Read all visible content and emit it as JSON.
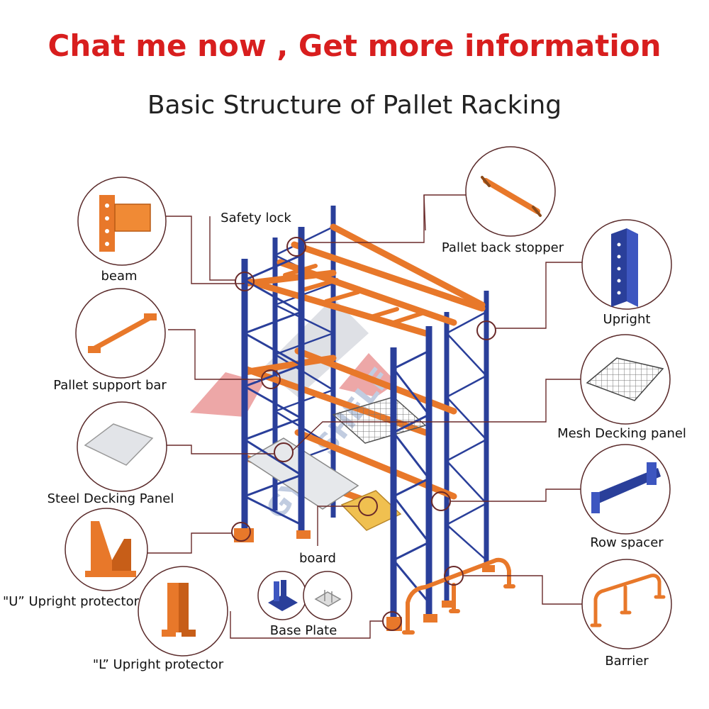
{
  "headline": "Chat me now , Get more information",
  "title": "Basic Structure of Pallet Racking",
  "colors": {
    "headline": "#d81e1e",
    "title": "#222222",
    "upright": "#2a3f9a",
    "beam": "#e8782a",
    "callout_border": "#5a2a2a",
    "leader_line": "#6a2a2a",
    "watermark": "#e06060"
  },
  "labels": {
    "beam": "beam",
    "safety_lock": "Safety lock",
    "pallet_back_stopper": "Pallet back stopper",
    "upright": "Upright",
    "pallet_support_bar": "Pallet support bar",
    "mesh_decking_panel": "Mesh Decking panel",
    "steel_decking_panel": "Steel Decking Panel",
    "row_spacer": "Row spacer",
    "board": "board",
    "u_upright_protector": "\"U”  Upright protector",
    "base_plate": "Base Plate",
    "l_upright_protector": "\"L”  Upright protector",
    "barrier": "Barrier"
  },
  "watermark": "GYM SHELF",
  "icons": {
    "beam": "beam-connector-icon",
    "pallet_back_stopper": "back-stopper-icon",
    "upright": "upright-column-icon",
    "pallet_support_bar": "support-bar-icon",
    "mesh_decking_panel": "wire-mesh-icon",
    "steel_decking_panel": "steel-panel-icon",
    "row_spacer": "row-spacer-icon",
    "u_upright_protector": "u-protector-icon",
    "base_plate": "base-plate-icon",
    "l_upright_protector": "l-protector-icon",
    "barrier": "barrier-icon"
  }
}
